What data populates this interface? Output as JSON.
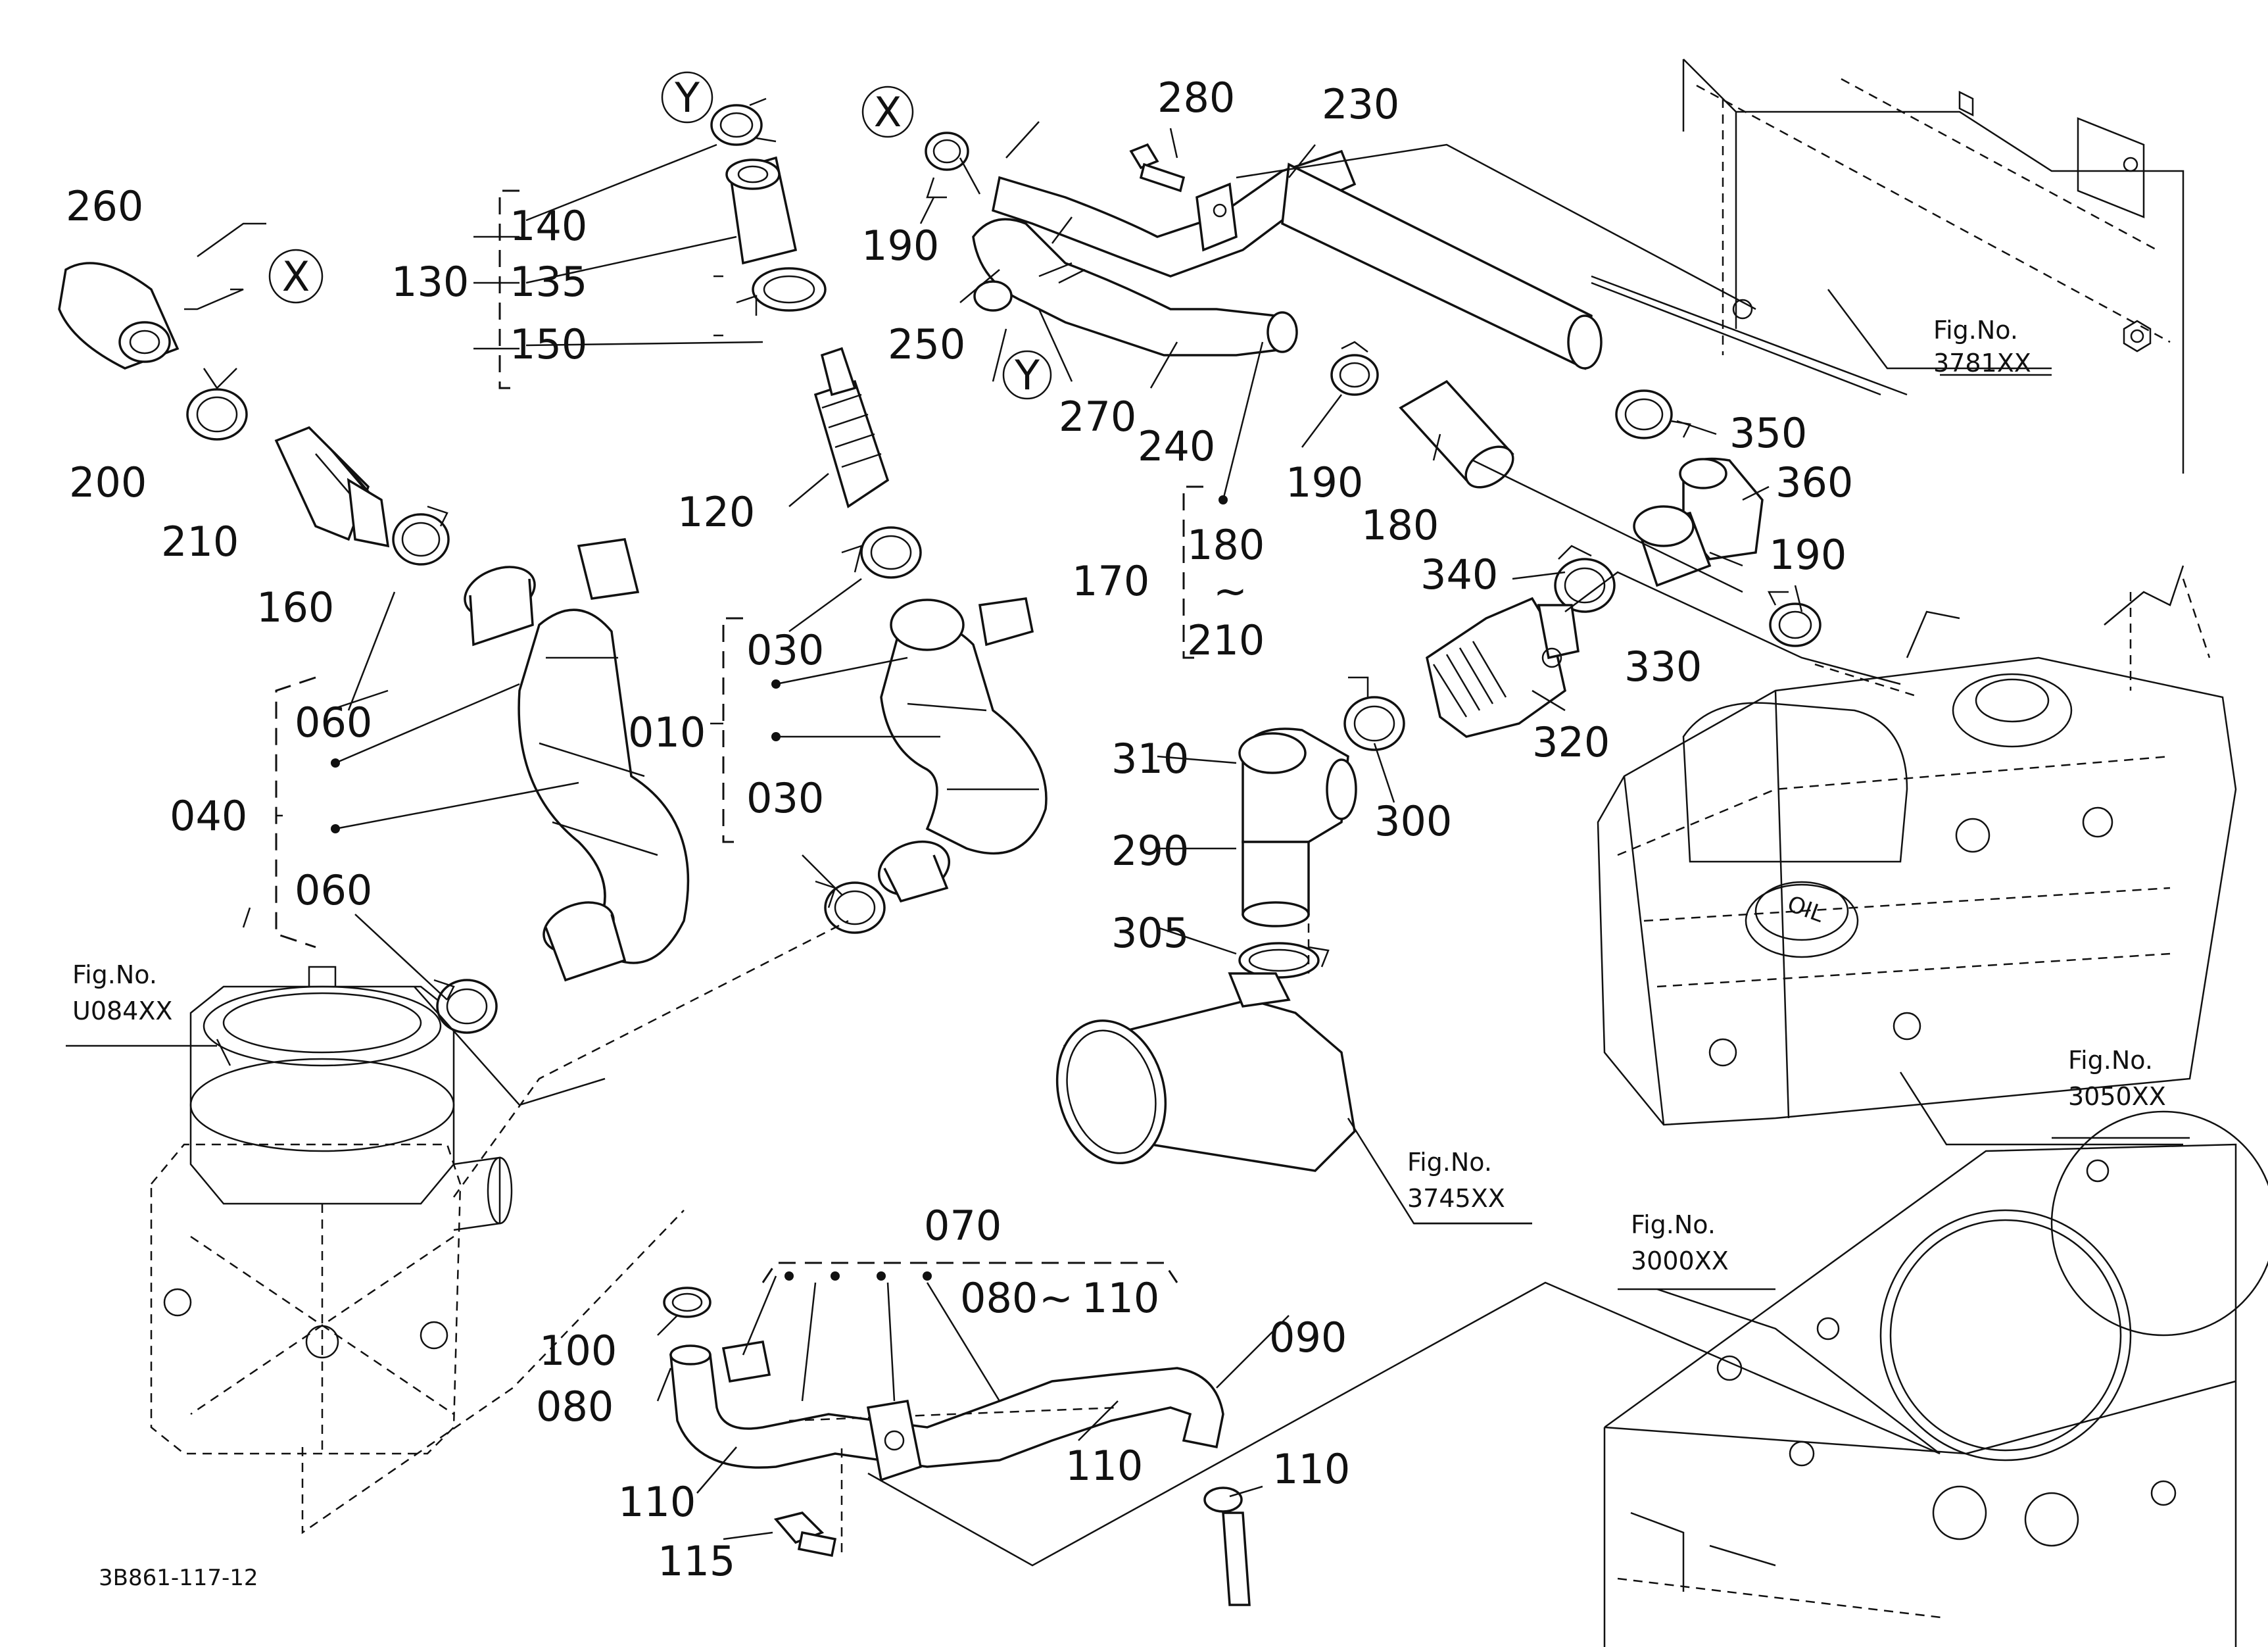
{
  "drawing_id": "3B861-117-12",
  "callouts": {
    "c260": "260",
    "c200": "200",
    "c210": "210",
    "c160": "160",
    "c060a": "060",
    "c060b": "060",
    "c040": "040",
    "c140": "140",
    "c135": "135",
    "c130": "130",
    "c150": "150",
    "c120": "120",
    "c030a": "030",
    "c030b": "030",
    "c010": "010",
    "c280": "280",
    "c230": "230",
    "c190a": "190",
    "c250": "250",
    "c270": "270",
    "c240": "240",
    "c190b": "190",
    "c180a": "180",
    "c170": "170",
    "c180b": "180",
    "c210b": "210",
    "c350": "350",
    "c360": "360",
    "c340": "340",
    "c190c": "190",
    "c330": "330",
    "c320": "320",
    "c310": "310",
    "c300": "300",
    "c290": "290",
    "c305": "305",
    "c070": "070",
    "c080r": "080",
    "c110r": "110",
    "c100": "100",
    "c080": "080",
    "c110a": "110",
    "c110b": "110",
    "c110c": "110",
    "c090": "090",
    "c115": "115",
    "tilde1": "~",
    "tilde2": "~"
  },
  "markers": {
    "x1": "X",
    "x2": "X",
    "y1": "Y",
    "y2": "Y"
  },
  "figure_refs": {
    "f3781_a": "Fig.No.",
    "f3781_b": "3781XX",
    "f3050_a": "Fig.No.",
    "f3050_b": "3050XX",
    "f3745_a": "Fig.No.",
    "f3745_b": "3745XX",
    "f3000_a": "Fig.No.",
    "f3000_b": "3000XX",
    "fU084_a": "Fig.No.",
    "fU084_b": "U084XX"
  },
  "cap_text": "OIL"
}
